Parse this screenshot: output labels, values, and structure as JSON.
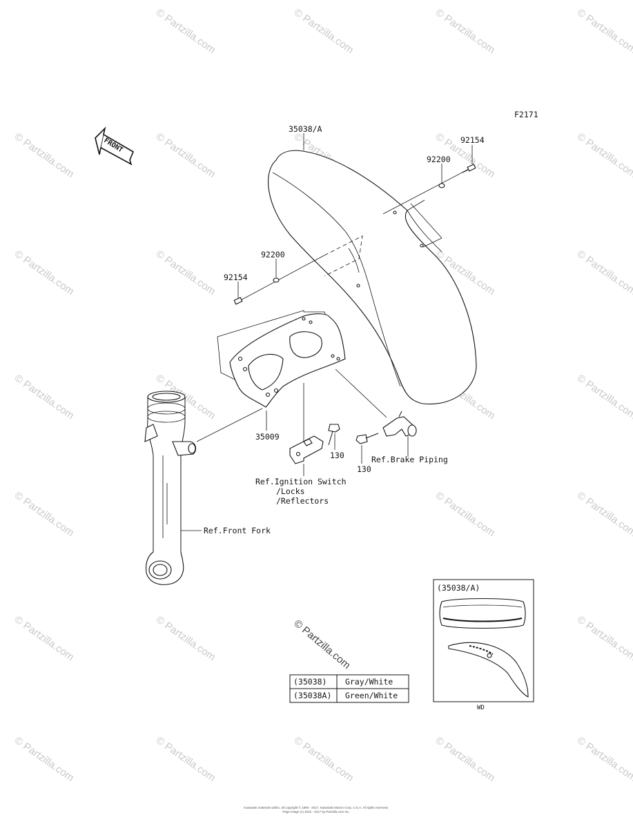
{
  "diagram_code": "F2171",
  "front_arrow_label": "FRONT",
  "watermark_text": "© Partzilla.com",
  "watermark_center_text": "© Partzilla.com",
  "part_labels": {
    "fender": "35038/A",
    "bolt_right": "92154",
    "washer_right": "92200",
    "washer_left": "92200",
    "bolt_left": "92154",
    "bracket": "35009",
    "bolt_center": "130",
    "bolt_lower": "130"
  },
  "reference_labels": {
    "ignition_line1": "Ref.Ignition Switch",
    "ignition_line2": "/Locks",
    "ignition_line3": "/Reflectors",
    "front_fork": "Ref.Front Fork",
    "brake_piping": "Ref.Brake Piping"
  },
  "inset": {
    "title": "(35038/A)",
    "caption": "WD"
  },
  "color_table": [
    {
      "code": "(35038)",
      "color": "Gray/White"
    },
    {
      "code": "(35038A)",
      "color": "Green/White"
    }
  ],
  "footer_line1": "Kawasaki materials within, all copyright © 1985 - 2017, Kawasaki Motors Corp. U.S.A. All rights reserved.",
  "footer_line2": "Page image (c) 2022 - 2017 by Partzilla.com Inc."
}
